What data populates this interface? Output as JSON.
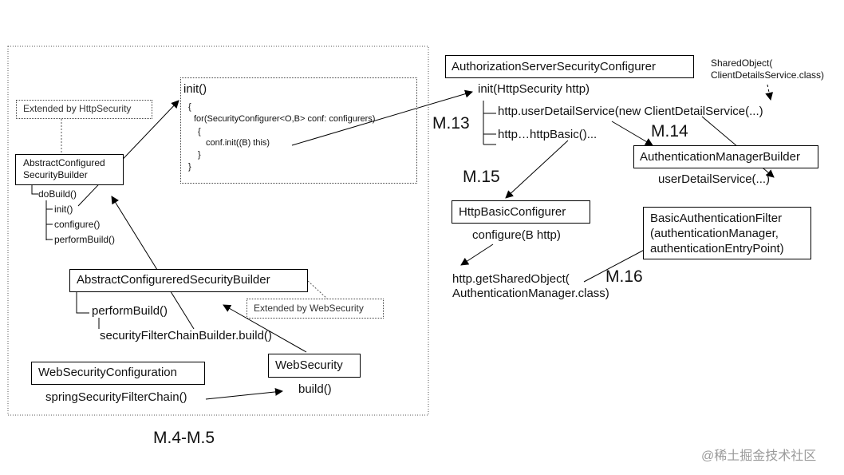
{
  "left_group": {
    "caption": "M.4-M.5",
    "extended_http": "Extended by HttpSecurity",
    "abstract_configured": [
      "AbstractConfigured",
      "SecurityBuilder"
    ],
    "dobuild": "doBuild()",
    "init": "init()",
    "configure": "configure()",
    "performbuild": "performBuild()",
    "init_code": {
      "title": "init()",
      "lines": [
        "{",
        "for(SecurityConfigurer<O,B> conf: configurers)",
        "{",
        "conf.init((B) this)",
        "}",
        "}"
      ]
    },
    "abstract_configurered": "AbstractConfigureredSecurityBuilder",
    "performbuild2": "performBuild()",
    "filterchain_build": "securityFilterChainBuilder.build()",
    "extended_web": "Extended by WebSecurity",
    "websecurity_configuration": "WebSecurityConfiguration",
    "spring_filter_chain": "springSecurityFilterChain()",
    "websecurity": "WebSecurity",
    "build": "build()"
  },
  "right_group": {
    "auth_server_configurer": "AuthorizationServerSecurityConfigurer",
    "init_http": "init(HttpSecurity http)",
    "user_detail_service": "http.userDetailService(new ClientDetailService(...)",
    "http_basic": "http…httpBasic()...",
    "shared_object": [
      "SharedObject(",
      "ClientDetailsService.class)"
    ],
    "auth_manager_builder": "AuthenticationManagerBuilder",
    "user_detail_service2": "userDetailService(...)",
    "http_basic_configurer": "HttpBasicConfigurer",
    "configure_b": "configure(B http)",
    "get_shared_object": [
      "http.getSharedObject(",
      "AuthenticationManager.class)"
    ],
    "basic_auth_filter": [
      "BasicAuthenticationFilter",
      "(authenticationManager,",
      "authenticationEntryPoint)"
    ]
  },
  "markers": {
    "m13": "M.13",
    "m14": "M.14",
    "m15": "M.15",
    "m16": "M.16"
  },
  "watermark": "@稀土掘金技术社区"
}
